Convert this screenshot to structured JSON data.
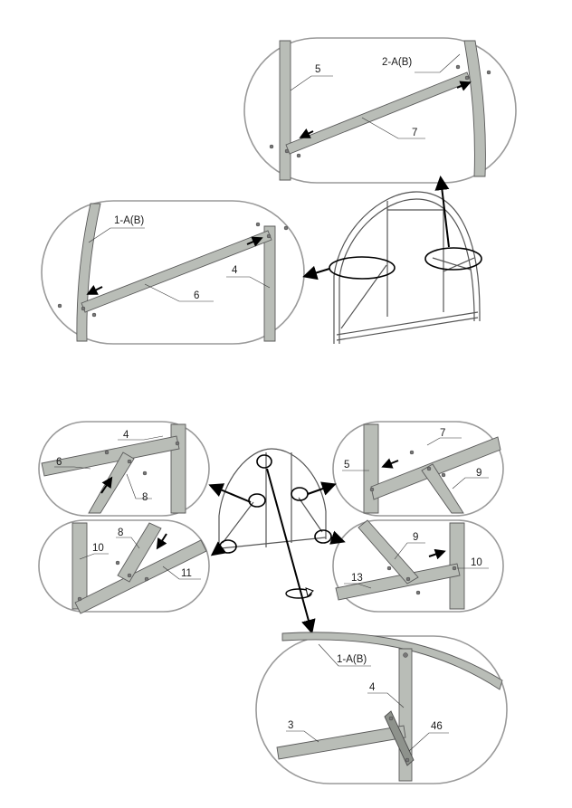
{
  "top_detail_upper": {
    "labels": [
      "5",
      "2-A(B)",
      "7"
    ]
  },
  "top_detail_lower": {
    "labels": [
      "1-A(B)",
      "4",
      "6"
    ]
  },
  "mid_detail_left_upper": {
    "labels": [
      "4",
      "6",
      "8"
    ]
  },
  "mid_detail_left_lower": {
    "labels": [
      "8",
      "10",
      "11"
    ]
  },
  "mid_detail_right_upper": {
    "labels": [
      "7",
      "5",
      "9"
    ]
  },
  "mid_detail_right_lower": {
    "labels": [
      "9",
      "10",
      "13"
    ]
  },
  "bottom_detail": {
    "labels": [
      "1-A(B)",
      "4",
      "3",
      "46"
    ]
  },
  "rotate_icon": "rotate-arrow-icon"
}
